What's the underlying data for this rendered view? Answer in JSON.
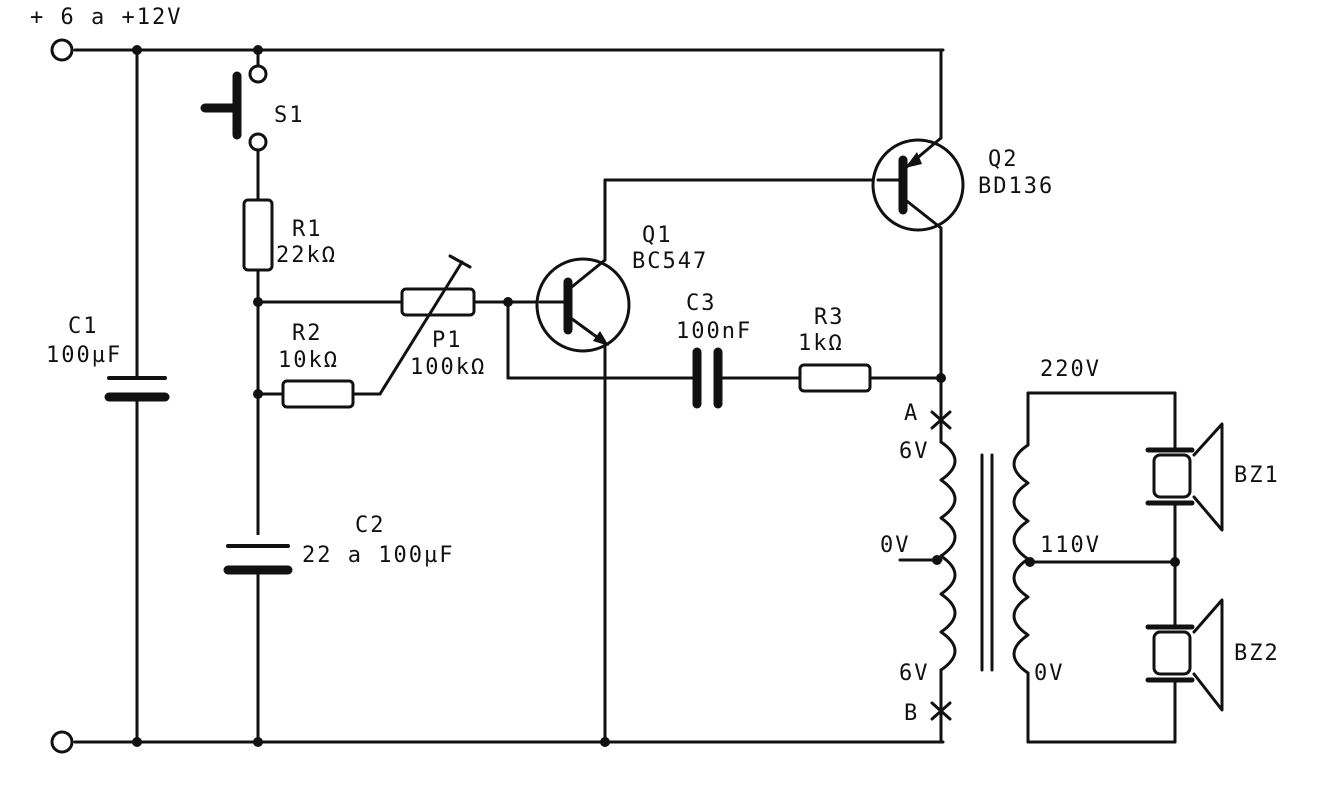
{
  "supply": {
    "label": "+ 6 a +12V"
  },
  "components": {
    "s1": {
      "ref": "S1"
    },
    "r1": {
      "ref": "R1",
      "value": "22kΩ"
    },
    "r2": {
      "ref": "R2",
      "value": "10kΩ"
    },
    "r3": {
      "ref": "R3",
      "value": "1kΩ"
    },
    "p1": {
      "ref": "P1",
      "value": "100kΩ"
    },
    "c1": {
      "ref": "C1",
      "value": "100µF"
    },
    "c2": {
      "ref": "C2",
      "value": "22 a 100µF"
    },
    "c3": {
      "ref": "C3",
      "value": "100nF"
    },
    "q1": {
      "ref": "Q1",
      "part": "BC547"
    },
    "q2": {
      "ref": "Q2",
      "part": "BD136"
    },
    "bz1": {
      "ref": "BZ1"
    },
    "bz2": {
      "ref": "BZ2"
    }
  },
  "transformer": {
    "tap_a": "A",
    "tap_b": "B",
    "primary_top": "6V",
    "primary_mid": "0V",
    "primary_bottom": "6V",
    "secondary_top": "220V",
    "secondary_mid": "110V",
    "secondary_bottom": "0V"
  }
}
